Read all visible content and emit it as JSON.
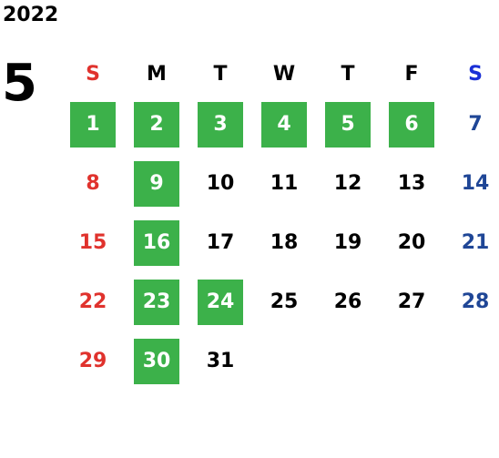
{
  "calendar": {
    "year": "2022",
    "month": "5",
    "weekdays": [
      "S",
      "M",
      "T",
      "W",
      "T",
      "F",
      "S"
    ],
    "weeks": [
      [
        {
          "day": "1",
          "highlighted": true
        },
        {
          "day": "2",
          "highlighted": true
        },
        {
          "day": "3",
          "highlighted": true
        },
        {
          "day": "4",
          "highlighted": true
        },
        {
          "day": "5",
          "highlighted": true
        },
        {
          "day": "6",
          "highlighted": true
        },
        {
          "day": "7",
          "highlighted": false
        }
      ],
      [
        {
          "day": "8",
          "highlighted": false
        },
        {
          "day": "9",
          "highlighted": true
        },
        {
          "day": "10",
          "highlighted": false
        },
        {
          "day": "11",
          "highlighted": false
        },
        {
          "day": "12",
          "highlighted": false
        },
        {
          "day": "13",
          "highlighted": false
        },
        {
          "day": "14",
          "highlighted": false
        }
      ],
      [
        {
          "day": "15",
          "highlighted": false
        },
        {
          "day": "16",
          "highlighted": true
        },
        {
          "day": "17",
          "highlighted": false
        },
        {
          "day": "18",
          "highlighted": false
        },
        {
          "day": "19",
          "highlighted": false
        },
        {
          "day": "20",
          "highlighted": false
        },
        {
          "day": "21",
          "highlighted": false
        }
      ],
      [
        {
          "day": "22",
          "highlighted": false
        },
        {
          "day": "23",
          "highlighted": true
        },
        {
          "day": "24",
          "highlighted": true
        },
        {
          "day": "25",
          "highlighted": false
        },
        {
          "day": "26",
          "highlighted": false
        },
        {
          "day": "27",
          "highlighted": false
        },
        {
          "day": "28",
          "highlighted": false
        }
      ],
      [
        {
          "day": "29",
          "highlighted": false
        },
        {
          "day": "30",
          "highlighted": true
        },
        {
          "day": "31",
          "highlighted": false
        },
        {
          "day": "",
          "highlighted": false
        },
        {
          "day": "",
          "highlighted": false
        },
        {
          "day": "",
          "highlighted": false
        },
        {
          "day": "",
          "highlighted": false
        }
      ]
    ]
  },
  "colors": {
    "highlight": "#3cb14a",
    "sunday": "#e0322d",
    "saturday": "#1f4696",
    "saturday_header": "#1a2fd6"
  }
}
